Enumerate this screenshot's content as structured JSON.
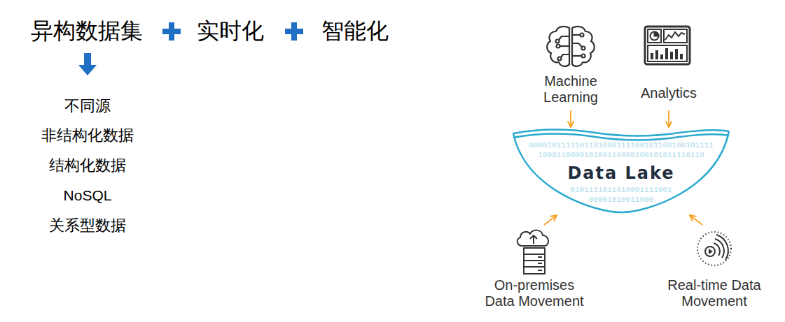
{
  "diagram": {
    "nodes": [
      {
        "text": [
          "Machine Learning"
        ]
      },
      {
        "text": [
          "Analytics"
        ]
      },
      {
        "text": [
          "Data Lake"
        ]
      },
      {
        "text": [
          "On-premises Data Movement"
        ]
      },
      {
        "text": [
          "Real-time Data Movement"
        ]
      }
    ],
    "edges": [
      {
        "from": 0,
        "to": 2,
        "arrow": "to"
      },
      {
        "from": 1,
        "to": 2,
        "arrow": "to"
      },
      {
        "from": 3,
        "to": 2,
        "arrow": "to"
      },
      {
        "from": 4,
        "to": 2,
        "arrow": "to"
      }
    ],
    "labels": [
      "异构数据集",
      "实时化",
      "智能化",
      "不同源",
      "非结构化数据",
      "结构化数据",
      "NoSQL",
      "关系型数据",
      "0000101111101101000111100101100100101111",
      "100011000010100110000100101011110110",
      "0101111011010001111001",
      "00001010011000"
    ]
  }
}
